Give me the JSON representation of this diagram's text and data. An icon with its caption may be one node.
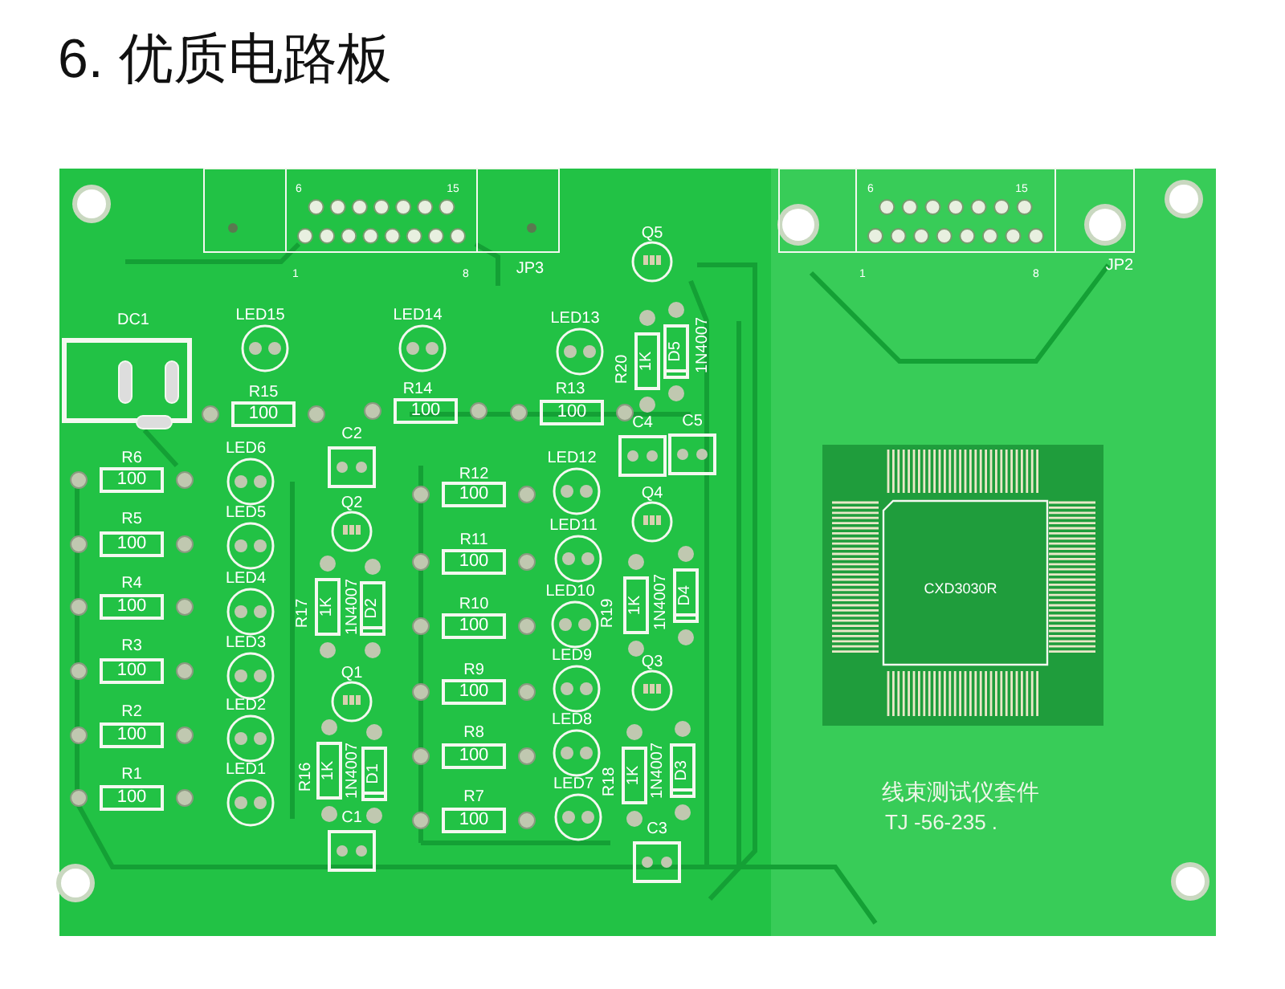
{
  "diagram": {
    "title": "6. 优质电路板",
    "labels": [
      "6",
      "15",
      "1",
      "8",
      "JP3",
      "6",
      "15",
      "1",
      "8",
      "JP2",
      "Q5",
      "DC1",
      "LED15",
      "LED14",
      "LED13",
      "R20",
      "1K",
      "D5",
      "1N4007",
      "R15",
      "100",
      "R14",
      "100",
      "R13",
      "100",
      "C2",
      "C4",
      "C5",
      "R6",
      "100",
      "LED6",
      "R12",
      "100",
      "LED12",
      "Q2",
      "Q4",
      "R5",
      "100",
      "LED5",
      "R11",
      "100",
      "LED11",
      "R4",
      "100",
      "LED4",
      "R17",
      "1K",
      "1N4007",
      "D2",
      "R19",
      "1K",
      "1N4007",
      "D4",
      "R10",
      "100",
      "LED10",
      "CXD3030R",
      "R3",
      "100",
      "LED3",
      "R9",
      "100",
      "LED9",
      "Q1",
      "Q3",
      "R2",
      "100",
      "LED2",
      "R8",
      "100",
      "LED8",
      "R16",
      "1K",
      "1N4007",
      "D1",
      "R18",
      "1K",
      "1N4007",
      "D3",
      "R1",
      "100",
      "LED1",
      "线束测试仪套件",
      "TJ -56-235 .",
      "R7",
      "100",
      "LED7",
      "C1",
      "C3"
    ]
  }
}
